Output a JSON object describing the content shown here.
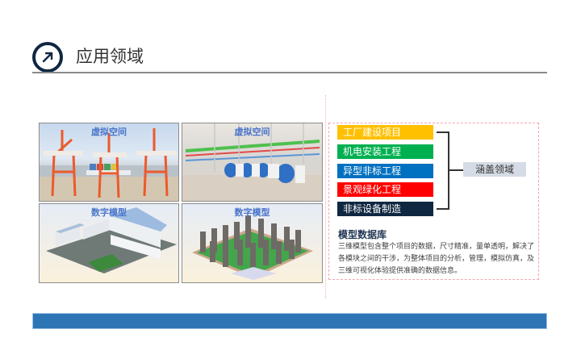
{
  "header": {
    "icon": "arrow-up-right-circle-icon",
    "title": "应用领域"
  },
  "tiles": [
    {
      "caption": "虚拟空间",
      "scene": "port-cranes"
    },
    {
      "caption": "虚拟空间",
      "scene": "boiler-room"
    },
    {
      "caption": "数字模型",
      "scene": "factory-building"
    },
    {
      "caption": "数字模型",
      "scene": "residential-towers"
    }
  ],
  "domains": {
    "items": [
      {
        "label": "工厂建设项目",
        "color": "#ffc000"
      },
      {
        "label": "机电安装工程",
        "color": "#00b050"
      },
      {
        "label": "异型非标工程",
        "color": "#0070c0"
      },
      {
        "label": "景观绿化工程",
        "color": "#ff0000"
      },
      {
        "label": "非标设备制造",
        "color": "#0f2741"
      }
    ],
    "scope_label": "涵盖领域"
  },
  "database": {
    "title": "模型数据库",
    "description": "三维模型包含整个项目的数据，尺寸精准，量单透明，解决了各模块之间的干涉，为整体项目的分析，管理，模拟仿真，及三维可视化体验提供准确的数据信息。"
  },
  "colors": {
    "accent_navy": "#0f2741",
    "bottom_bar": "#2e75b6",
    "dash_border": "#f0a6ae"
  }
}
